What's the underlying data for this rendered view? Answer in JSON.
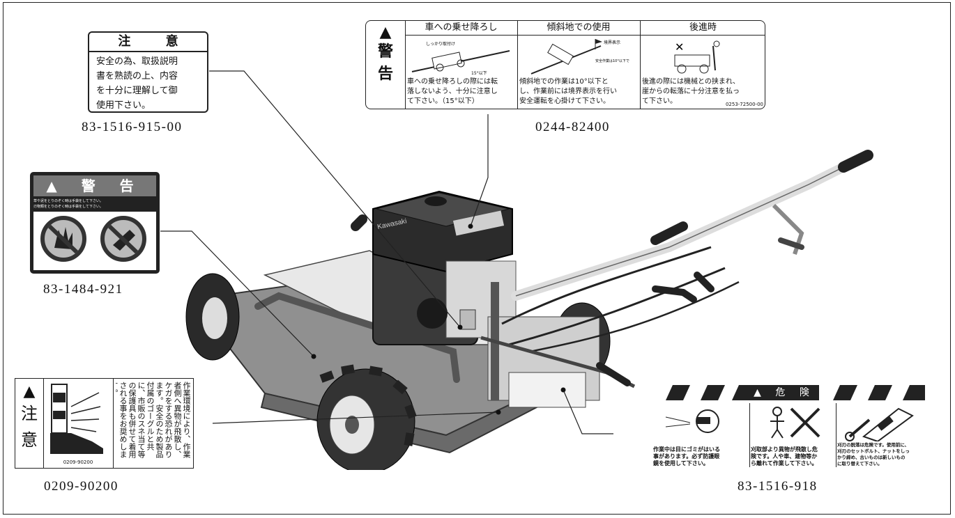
{
  "part_numbers": {
    "caution_label": "83-1516-915-00",
    "warning_3panel": "0244-82400",
    "warning_glove": "83-1484-921",
    "caution_boot": "0209-90200",
    "danger_label": "83-1516-918"
  },
  "caution_label": {
    "heading": "注 意",
    "lines": [
      "安全の為、取扱説明",
      "書を熟読の上、内容",
      "を十分に理解して御",
      "使用下さい。"
    ]
  },
  "warning_3panel": {
    "side_chars": [
      "警",
      "告"
    ],
    "columns": [
      {
        "title": "車への乗せ降ろし",
        "lines": [
          "車への乗せ降ろしの際には転",
          "落しないよう、十分に注意し",
          "て下さい。（15°以下）"
        ],
        "code": ""
      },
      {
        "title": "傾斜地での使用",
        "lines": [
          "傾斜地での作業は10°以下と",
          "し、作業前には境界表示を行い",
          "安全運転を心掛けて下さい。"
        ],
        "code": ""
      },
      {
        "title": "後進時",
        "lines": [
          "後進の際には機械との挟まれ、",
          "崖からの転落に十分注意を払っ",
          "て下さい。"
        ],
        "code": "0253-72500-00"
      }
    ],
    "pictogram_texts": [
      "しっかり取付け",
      "15°以下",
      "境界表示",
      "安全作業は10°以下で"
    ]
  },
  "warning_glove": {
    "heading": "警 告",
    "sub_lines": [
      "草や泥をとりのぞく時は手袋をして下さい。",
      "刃物類をとりのぞく時は手袋をして下さい。"
    ]
  },
  "caution_boot": {
    "side_chars": [
      "注",
      "意"
    ],
    "code": "0209-90200",
    "text": "作業環境により、作業者側へ異物が飛散し、ケガをする恐れがあります。安全のため製品付属のゴーグルと共に、市販のスネ当て等の保護具も併せて着用される事をお奨めします。"
  },
  "danger_label": {
    "heading": "危 険",
    "panels": [
      {
        "text": [
          "作業中は目にゴミがはいる",
          "事があります。必ず防護眼",
          "鏡を使用して下さい。"
        ]
      },
      {
        "text": [
          "刈取部より異物が飛散し危",
          "険です。人や車、建物等か",
          "ら離れて作業して下さい。"
        ]
      },
      {
        "text": [
          "刈刃の脱落は危険です。使用前に、",
          "刈刃のセットボルト、ナットをしっ",
          "かり締め、古いものは新しいもの",
          "に取り替えて下さい。"
        ]
      }
    ]
  },
  "machine": {
    "engine_brand": "Kawasaki"
  }
}
